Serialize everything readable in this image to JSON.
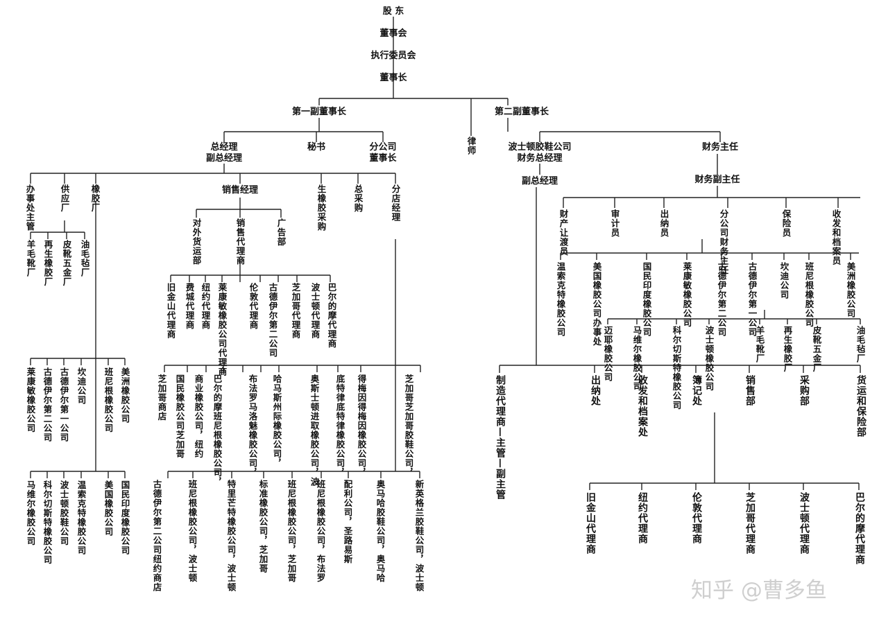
{
  "top": {
    "shareholders": "股 东",
    "board": "董事会",
    "exec_committee": "执行委员会",
    "chairman": "董事长",
    "vice1": "第一副董事长",
    "vice2": "第二副董事长"
  },
  "vice1_branch": {
    "gm": "总经理",
    "deputy_gm": "副总经理",
    "secretary": "秘书",
    "branch_board": "分公司",
    "branch_board2": "董事长",
    "office_head": "办事处主管",
    "supply": "供应厂",
    "rubber_factory": "橡胶厂",
    "sales_manager": "销售经理",
    "raw_rubber": "生橡胶采购",
    "gen_purchase": "总采购",
    "branch_mgr": "分店经理",
    "supply_items": [
      "羊毛靴厂",
      "再生橡胶厂",
      "皮靴五金厂",
      "油毛毡厂"
    ],
    "sales_sub": [
      "对外货运部",
      "销售代理商",
      "广告部"
    ],
    "agents": [
      "旧金山代理商",
      "费城代理商",
      "纽约代理商",
      "莱康敏橡胶公司代理商",
      "伦敦代理商",
      "古德伊尔第二公司",
      "芝加哥代理商",
      "波士顿代理商",
      "巴尔的摩代理商"
    ],
    "rubber_companies": [
      "莱康敏橡胶公司",
      "古德伊尔第二公司",
      "古德伊尔第一公司",
      "坎迪公司",
      "班尼根橡胶公司",
      "美洲橡胶公司"
    ],
    "rubber_companies2": [
      "马维尔橡胶公司",
      "科尔切斯特橡胶公司",
      "波士顿胶鞋公司",
      "温索克特橡胶公司",
      "美国橡胶公司",
      "国民印度橡胶公司"
    ],
    "stores1": [
      "芝加哥商店",
      "国民橡胶公司芝加哥",
      "商业橡胶公司，纽约",
      "巴尔的摩班尼根橡胶公司，",
      "布法罗马洛魅橡胶公司，",
      "哈马斯州际橡胶公司，",
      "奥斯士顿进取橡胶公司，波",
      "底特律底特律橡胶公司，",
      "得梅因得梅因橡胶公司，",
      "芝加哥芝加哥胶鞋公司，"
    ],
    "stores2": [
      "古德伊尔第二公司纽约商店",
      "班尼根橡胶公司，波士顿",
      "特里芒特橡胶公司，波士顿",
      "标准橡胶公司，芝加哥",
      "班尼根橡胶公司，芝加哥",
      "班尼根橡胶公司，布法罗",
      "配利公司，圣路易斯",
      "奥马哈胶鞋公司，奥马哈",
      "新英格兰胶鞋公司，波士顿"
    ]
  },
  "middle": {
    "lawyer": "律师"
  },
  "vice2_branch": {
    "finance_mgr_1": "波士顿胶鞋公司",
    "finance_mgr_2": "财务总经理",
    "deputy_gm": "副总经理",
    "finance_head": "财务主任",
    "finance_deputy": "财务副主任",
    "finance_sub": [
      "财产让渡员",
      "审计员",
      "出纳员",
      "分公司财务主任",
      "保险员",
      "收发和档案员"
    ],
    "companies": [
      "温索克特橡胶公司",
      "美国橡胶公司办事处",
      "国民印度橡胶公司",
      "莱康敏橡胶公司",
      "古德伊尔第二公司",
      "古德伊尔第一公司",
      "坎迪公司",
      "班尼根橡胶公司",
      "美洲橡胶公司"
    ],
    "companies2": [
      "迈耶橡胶公司",
      "马维尔橡胶公司",
      "科尔切斯特橡胶公司",
      "波士顿橡胶公司",
      "羊毛靴厂",
      "再生橡胶厂",
      "皮靴五金厂",
      "油毛毡厂"
    ],
    "departments": [
      "制造代理商—主管—副主管",
      "出纳处",
      "收发和档案处",
      "簿记处",
      "销售部",
      "采购部",
      "货运和保险部"
    ],
    "agents": [
      "旧金山代理商",
      "纽约代理商",
      "伦敦代理商",
      "芝加哥代理商",
      "波士顿代理商",
      "巴尔的摩代理商"
    ]
  },
  "watermark": "知乎 @曹多鱼"
}
